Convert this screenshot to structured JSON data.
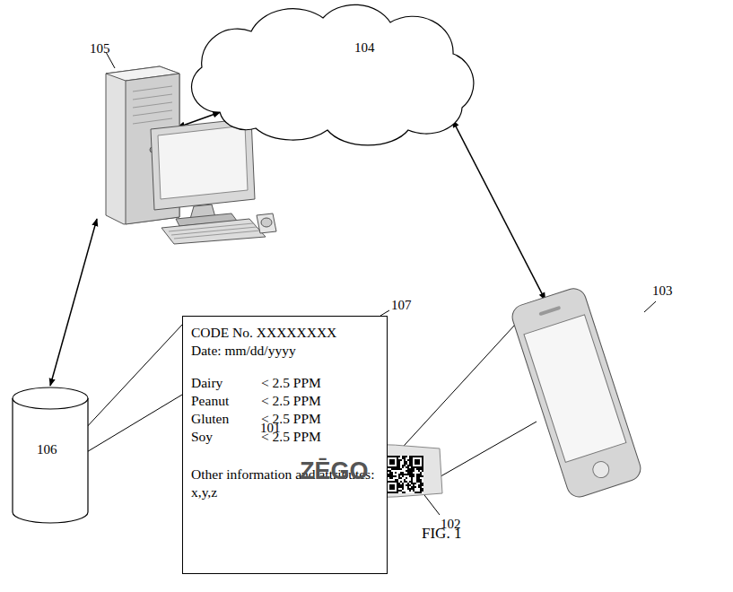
{
  "diagram": {
    "caption": "FIG. 1",
    "nodes": [
      {
        "text": [
          "105"
        ]
      },
      {
        "text": [
          "104"
        ]
      },
      {
        "text": [
          "CODE No. XXXXXXXX",
          "Date: mm/dd/yyyy",
          "Dairy",
          "< 2.5 PPM",
          "Peanut",
          "< 2.5 PPM",
          "Gluten",
          "< 2.5 PPM",
          "Soy",
          "< 2.5 PPM",
          "Other information and attributes: x,y,z"
        ]
      },
      {
        "text": [
          "106"
        ]
      },
      {
        "text": [
          "ZĒGO"
        ]
      },
      {
        "text": [
          "103"
        ]
      }
    ],
    "edges": [
      {
        "from": 0,
        "to": 1,
        "arrow": "both"
      },
      {
        "from": 1,
        "to": 5,
        "arrow": "both"
      },
      {
        "from": 0,
        "to": 3,
        "arrow": "both"
      }
    ],
    "labels": [
      "107",
      "101",
      "102"
    ]
  }
}
